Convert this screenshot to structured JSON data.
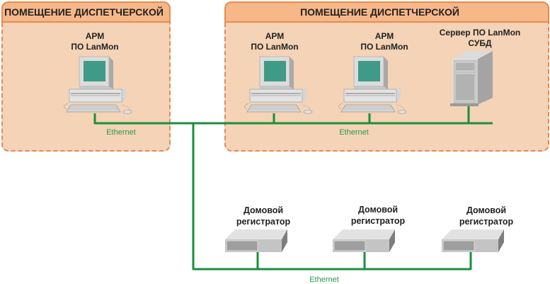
{
  "rooms": [
    {
      "title": "ПОМЕЩЕНИЕ ДИСПЕТЧЕРСКОЙ"
    },
    {
      "title": "ПОМЕЩЕНИЕ ДИСПЕТЧЕРСКОЙ"
    }
  ],
  "workstations": [
    {
      "line1": "АРМ",
      "line2": "ПО LanMon"
    },
    {
      "line1": "АРМ",
      "line2": "ПО LanMon"
    },
    {
      "line1": "АРМ",
      "line2": "ПО LanMon"
    }
  ],
  "server": {
    "line1": "Сервер ПО LanMon",
    "line2": "СУБД"
  },
  "registrars": [
    {
      "line1": "Домовой",
      "line2": "регистратор"
    },
    {
      "line1": "Домовой",
      "line2": "регистратор"
    },
    {
      "line1": "Домовой",
      "line2": "регистратор"
    }
  ],
  "network_labels": {
    "room1": "Ethernet",
    "room2": "Ethernet",
    "bottom": "Ethernet"
  },
  "colors": {
    "network": "#1a8f3e",
    "room_fill": "#f4d3b6",
    "room_header": "#f6b789",
    "screen": "#3f9a87"
  }
}
